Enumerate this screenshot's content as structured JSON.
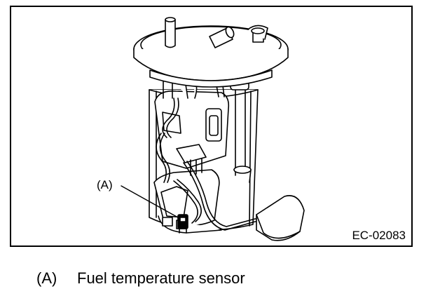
{
  "figure": {
    "callout": "(A)",
    "code": "EC-02083"
  },
  "legend": {
    "items": [
      {
        "key": "(A)",
        "text": "Fuel temperature sensor"
      }
    ]
  },
  "colors": {
    "line": "#000000",
    "fill": "#ffffff"
  }
}
